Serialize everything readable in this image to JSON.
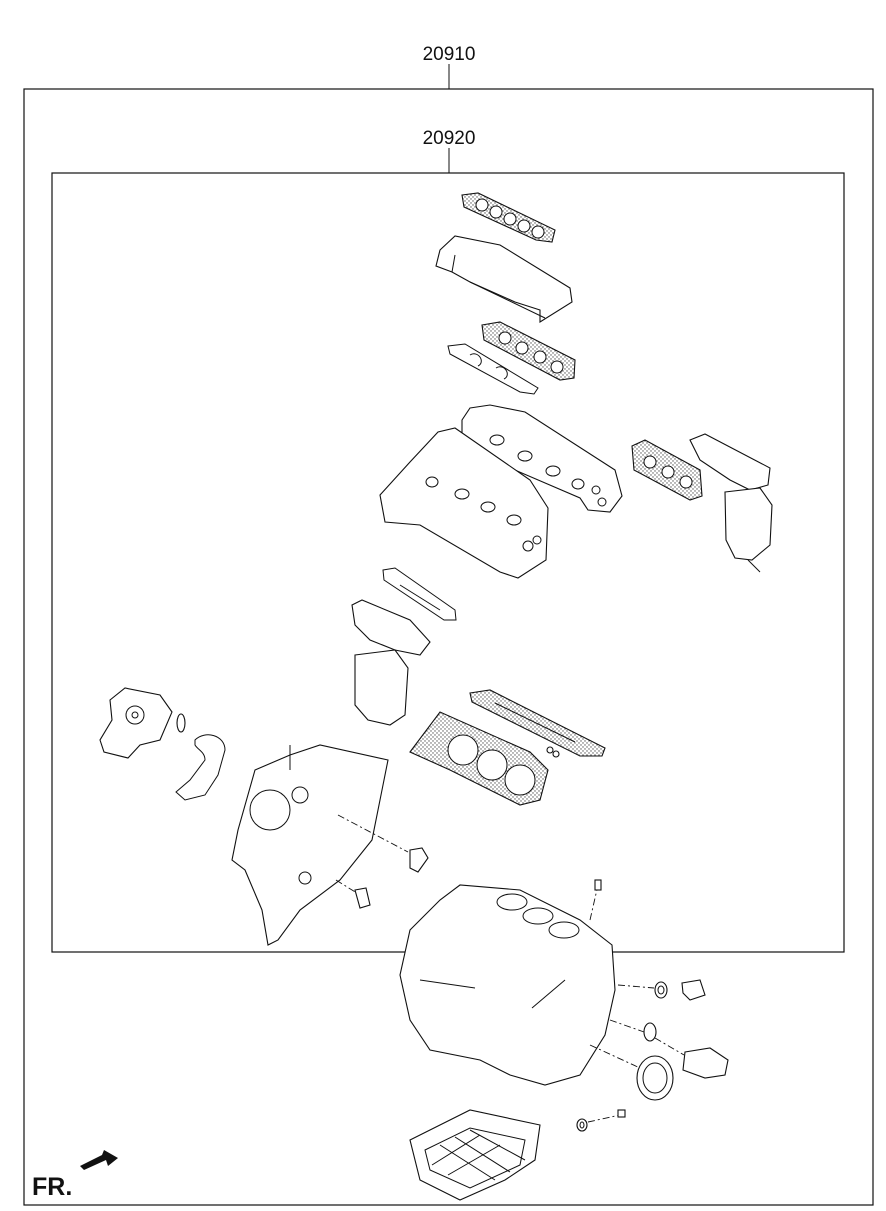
{
  "labels": {
    "outer_part_number": "20910",
    "inner_part_number": "20920",
    "front_indicator": "FR."
  }
}
